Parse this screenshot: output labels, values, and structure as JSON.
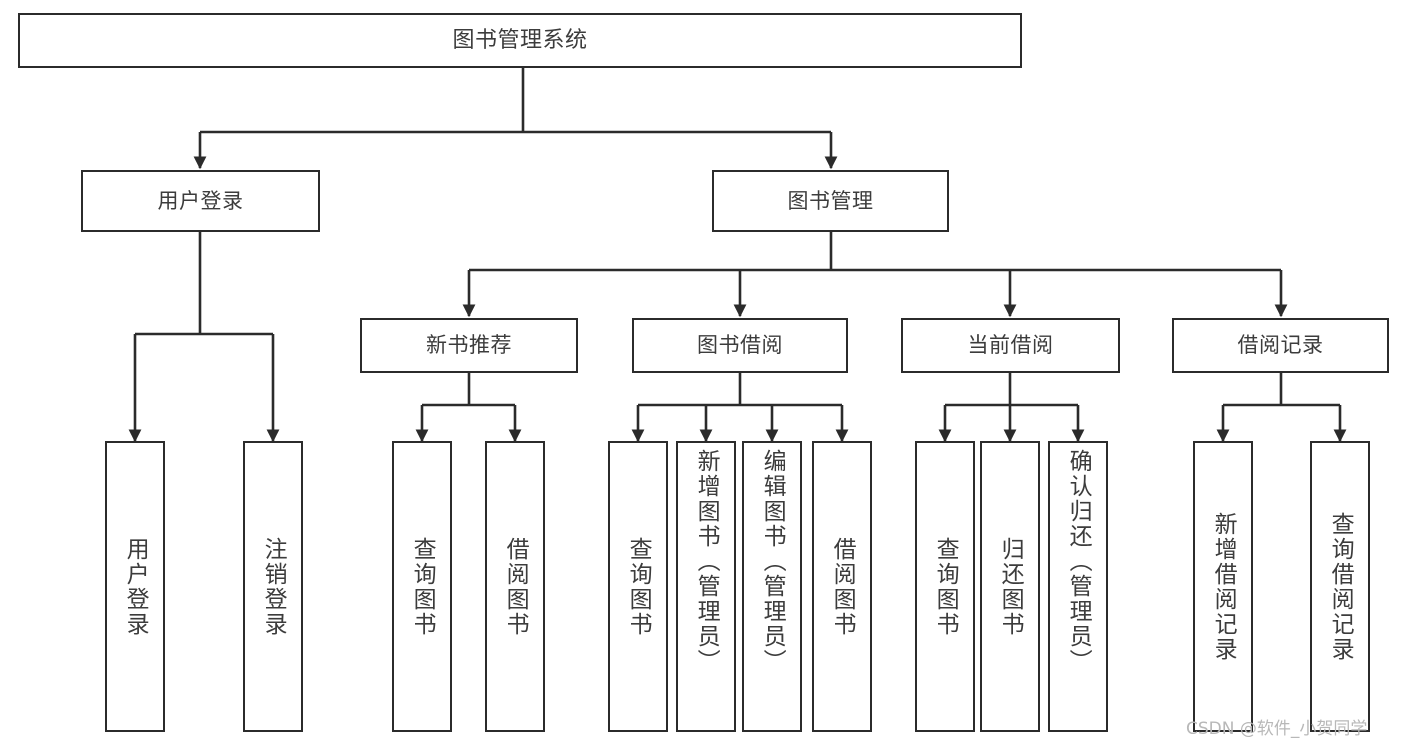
{
  "diagram": {
    "title": "图书管理系统",
    "type": "tree-hierarchy-diagram",
    "colors": {
      "box_border": "#2b2b2b",
      "box_fill": "#ffffff",
      "connector": "#2b2b2b",
      "text": "#3c3c3c",
      "background": "#ffffff",
      "watermark": "#b8b8b8"
    },
    "watermark": "CSDN @软件_小贺同学",
    "nodes": {
      "root": {
        "label": "图书管理系统"
      },
      "level2": [
        {
          "label": "用户登录"
        },
        {
          "label": "图书管理"
        }
      ],
      "level3": [
        {
          "label": "新书推荐"
        },
        {
          "label": "图书借阅"
        },
        {
          "label": "当前借阅"
        },
        {
          "label": "借阅记录"
        }
      ],
      "leaves": {
        "user_login": [
          {
            "label": "用户登录"
          },
          {
            "label": "注销登录"
          }
        ],
        "new_book_recommend": [
          {
            "label": "查询图书"
          },
          {
            "label": "借阅图书"
          }
        ],
        "book_borrow": [
          {
            "label": "查询图书"
          },
          {
            "label": "新增图书（管理员）"
          },
          {
            "label": "编辑图书（管理员）"
          },
          {
            "label": "借阅图书"
          }
        ],
        "current_borrow": [
          {
            "label": "查询图书"
          },
          {
            "label": "归还图书"
          },
          {
            "label": "确认归还（管理员）"
          }
        ],
        "borrow_record": [
          {
            "label": "新增借阅记录"
          },
          {
            "label": "查询借阅记录"
          }
        ]
      }
    }
  }
}
